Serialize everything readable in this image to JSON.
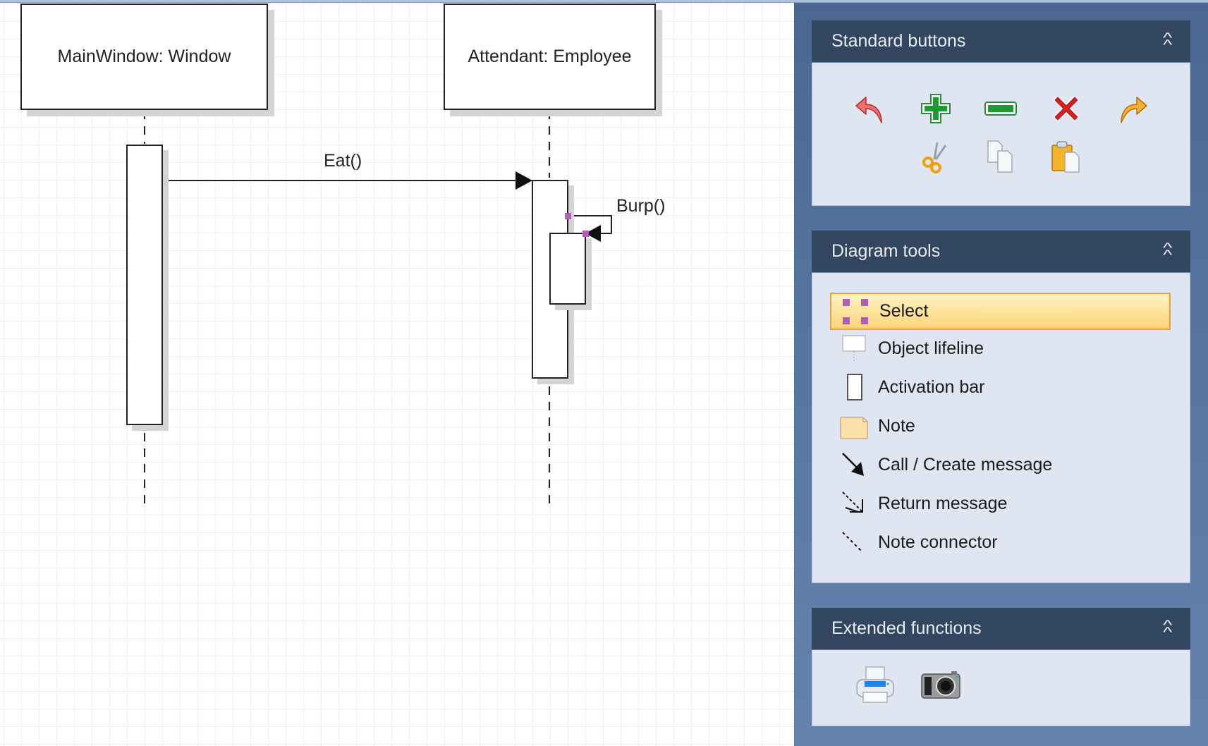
{
  "diagram": {
    "lifelines": [
      {
        "label": "MainWindow: Window"
      },
      {
        "label": "Attendant: Employee"
      }
    ],
    "messages": [
      {
        "label": "Eat()",
        "type": "call",
        "from": "MainWindow: Window",
        "to": "Attendant: Employee"
      },
      {
        "label": "Burp()",
        "type": "self-call",
        "from": "Attendant: Employee",
        "to": "Attendant: Employee",
        "selected": true
      }
    ]
  },
  "panel": {
    "standard_buttons": {
      "title": "Standard buttons",
      "collapse_icon": "double-chevron-up-icon",
      "buttons": [
        {
          "name": "undo",
          "icon": "undo-icon"
        },
        {
          "name": "add",
          "icon": "plus-icon"
        },
        {
          "name": "remove",
          "icon": "minus-icon"
        },
        {
          "name": "delete",
          "icon": "delete-icon"
        },
        {
          "name": "redo",
          "icon": "redo-icon"
        },
        {
          "name": "cut",
          "icon": "scissors-icon"
        },
        {
          "name": "copy",
          "icon": "copy-icon"
        },
        {
          "name": "paste",
          "icon": "paste-icon"
        }
      ]
    },
    "diagram_tools": {
      "title": "Diagram tools",
      "collapse_icon": "double-chevron-up-icon",
      "selected": "Select",
      "tools": [
        {
          "label": "Select",
          "icon": "select-icon"
        },
        {
          "label": "Object lifeline",
          "icon": "object-lifeline-icon"
        },
        {
          "label": "Activation bar",
          "icon": "activation-bar-icon"
        },
        {
          "label": "Note",
          "icon": "note-icon"
        },
        {
          "label": "Call / Create message",
          "icon": "call-message-icon"
        },
        {
          "label": "Return message",
          "icon": "return-message-icon"
        },
        {
          "label": "Note connector",
          "icon": "note-connector-icon"
        }
      ]
    },
    "extended_functions": {
      "title": "Extended functions",
      "collapse_icon": "double-chevron-up-icon",
      "buttons": [
        {
          "name": "print",
          "icon": "printer-icon"
        },
        {
          "name": "snapshot",
          "icon": "camera-icon"
        }
      ]
    }
  },
  "colors": {
    "panel_bg": "#5676a0",
    "group_header": "#33465f",
    "group_body": "#dfe5f1",
    "selection_handle": "#b05cb8",
    "selected_tool_border": "#f3a02a"
  }
}
